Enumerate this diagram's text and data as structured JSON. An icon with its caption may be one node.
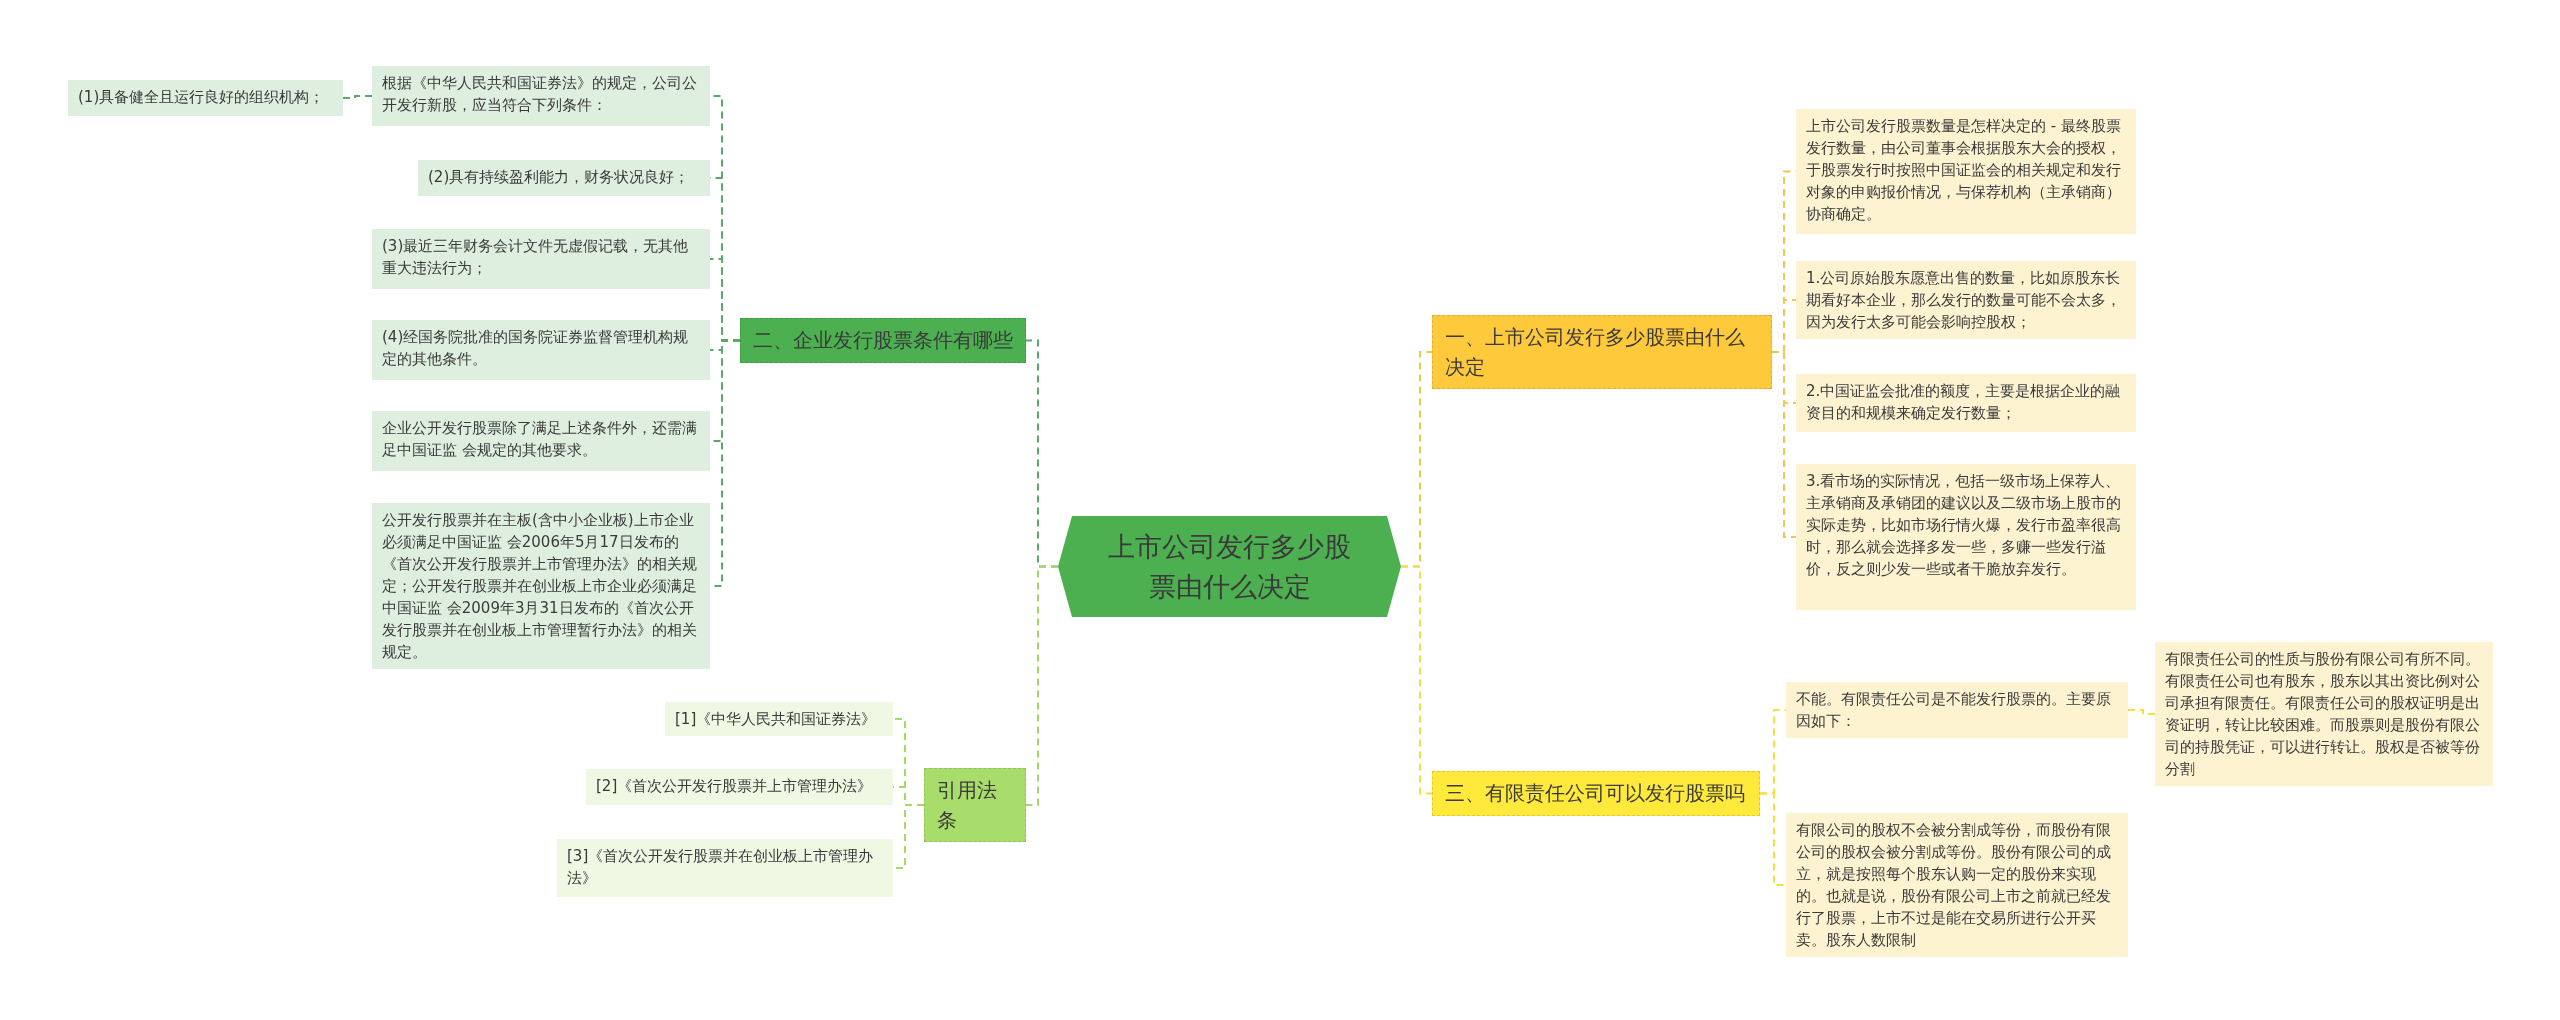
{
  "diagram": {
    "nodes": [
      {
        "text": [
          "上市公司发行多少股票由什么决定"
        ]
      },
      {
        "text": [
          "二、企业发行股票条件有哪些"
        ]
      },
      {
        "text": [
          "根据《中华人民共和国证券法》的规定，公司公开发行新股，应当符合下列条件："
        ]
      },
      {
        "text": [
          "(1)具备健全且运行良好的组织机构；"
        ]
      },
      {
        "text": [
          "(2)具有持续盈利能力，财务状况良好；"
        ]
      },
      {
        "text": [
          "(3)最近三年财务会计文件无虚假记载，无其他重大违法行为；"
        ]
      },
      {
        "text": [
          "(4)经国务院批准的国务院证券监督管理机构规定的其他条件。"
        ]
      },
      {
        "text": [
          "企业公开发行股票除了满足上述条件外，还需满足中国证监 会规定的其他要求。"
        ]
      },
      {
        "text": [
          "公开发行股票并在主板(含中小企业板)上市企业必须满足中国证监 会2006年5月17日发布的《首次公开发行股票并上市管理办法》的相关规定；公开发行股票并在创业板上市企业必须满足中国证监 会2009年3月31日发布的《首次公开发行股票并在创业板上市管理暂行办法》的相关规定。"
        ]
      },
      {
        "text": [
          "引用法条"
        ]
      },
      {
        "text": [
          "[1]《中华人民共和国证券法》"
        ]
      },
      {
        "text": [
          "[2]《首次公开发行股票并上市管理办法》"
        ]
      },
      {
        "text": [
          "[3]《首次公开发行股票并在创业板上市管理办法》"
        ]
      },
      {
        "text": [
          "一、上市公司发行多少股票由什么决定"
        ]
      },
      {
        "text": [
          "上市公司发行股票数量是怎样决定的 - 最终股票发行数量，由公司董事会根据股东大会的授权，于股票发行时按照中国证监会的相关规定和发行对象的申购报价情况，与保荐机构（主承销商）协商确定。"
        ]
      },
      {
        "text": [
          "1.公司原始股东愿意出售的数量，比如原股东长期看好本企业，那么发行的数量可能不会太多，因为发行太多可能会影响控股权；"
        ]
      },
      {
        "text": [
          "2.中国证监会批准的额度，主要是根据企业的融资目的和规模来确定发行数量；"
        ]
      },
      {
        "text": [
          "3.看市场的实际情况，包括一级市场上保荐人、主承销商及承销团的建议以及二级市场上股市的实际走势，比如市场行情火爆，发行市盈率很高时，那么就会选择多发一些，多赚一些发行溢价，反之则少发一些或者干脆放弃发行。"
        ]
      },
      {
        "text": [
          "三、有限责任公司可以发行股票吗"
        ]
      },
      {
        "text": [
          "不能。有限责任公司是不能发行股票的。主要原因如下："
        ]
      },
      {
        "text": [
          "有限责任公司的性质与股份有限公司有所不同。有限责任公司也有股东，股东以其出资比例对公司承担有限责任。有限责任公司的股权证明是出资证明，转让比较困难。而股票则是股份有限公司的持股凭证，可以进行转让。股权是否被等份分割"
        ]
      },
      {
        "text": [
          "有限公司的股权不会被分割成等份，而股份有限公司的股权会被分割成等份。股份有限公司的成立，就是按照每个股东认购一定的股份来实现的。也就是说，股份有限公司上市之前就已经发行了股票，上市不过是能在交易所进行公开买卖。股东人数限制"
        ]
      }
    ],
    "edges": [
      {
        "from": 0,
        "to": 1,
        "arrow": "none",
        "color": "#5aa86a"
      },
      {
        "from": 1,
        "to": 2,
        "arrow": "none",
        "color": "#5aa86a"
      },
      {
        "from": 2,
        "to": 3,
        "arrow": "none",
        "color": "#5aa86a"
      },
      {
        "from": 1,
        "to": 4,
        "arrow": "none",
        "color": "#5aa86a"
      },
      {
        "from": 1,
        "to": 5,
        "arrow": "none",
        "color": "#5aa86a"
      },
      {
        "from": 1,
        "to": 6,
        "arrow": "none",
        "color": "#5aa86a"
      },
      {
        "from": 1,
        "to": 7,
        "arrow": "none",
        "color": "#5aa86a"
      },
      {
        "from": 1,
        "to": 8,
        "arrow": "none",
        "color": "#5aa86a"
      },
      {
        "from": 0,
        "to": 9,
        "arrow": "none",
        "color": "#a8d86a"
      },
      {
        "from": 9,
        "to": 10,
        "arrow": "none",
        "color": "#a8d86a"
      },
      {
        "from": 9,
        "to": 11,
        "arrow": "none",
        "color": "#a8d86a"
      },
      {
        "from": 9,
        "to": 12,
        "arrow": "none",
        "color": "#a8d86a"
      },
      {
        "from": 0,
        "to": 13,
        "arrow": "none",
        "color": "#f0c850"
      },
      {
        "from": 13,
        "to": 14,
        "arrow": "none",
        "color": "#f0c850"
      },
      {
        "from": 13,
        "to": 15,
        "arrow": "none",
        "color": "#f0c850"
      },
      {
        "from": 13,
        "to": 16,
        "arrow": "none",
        "color": "#f0c850"
      },
      {
        "from": 13,
        "to": 17,
        "arrow": "none",
        "color": "#f0c850"
      },
      {
        "from": 0,
        "to": 18,
        "arrow": "none",
        "color": "#f0e040"
      },
      {
        "from": 18,
        "to": 19,
        "arrow": "none",
        "color": "#f0e040"
      },
      {
        "from": 19,
        "to": 20,
        "arrow": "none",
        "color": "#f0e040"
      },
      {
        "from": 18,
        "to": 21,
        "arrow": "none",
        "color": "#f0e040"
      }
    ]
  }
}
